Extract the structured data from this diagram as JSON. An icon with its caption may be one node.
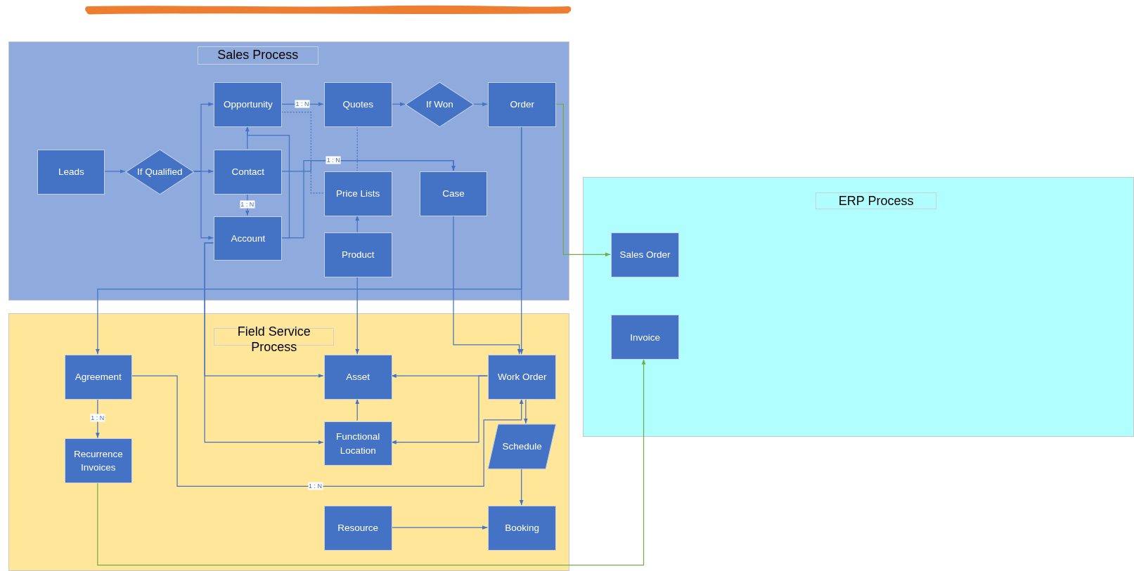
{
  "diagram": {
    "nodes": [
      {
        "text": [
          "Sales Process"
        ]
      },
      {
        "text": [
          "Leads"
        ],
        "in": 0
      },
      {
        "text": [
          "If Qualified"
        ],
        "in": 0
      },
      {
        "text": [
          "Opportunity"
        ],
        "in": 0
      },
      {
        "text": [
          "Quotes"
        ],
        "in": 0
      },
      {
        "text": [
          "If Won"
        ],
        "in": 0
      },
      {
        "text": [
          "Order"
        ],
        "in": 0
      },
      {
        "text": [
          "Contact"
        ],
        "in": 0
      },
      {
        "text": [
          "Price Lists"
        ],
        "in": 0
      },
      {
        "text": [
          "Case"
        ],
        "in": 0
      },
      {
        "text": [
          "Account"
        ],
        "in": 0
      },
      {
        "text": [
          "Product"
        ],
        "in": 0
      },
      {
        "text": [
          "ERP Process"
        ]
      },
      {
        "text": [
          "Sales Order"
        ],
        "in": 12
      },
      {
        "text": [
          "Invoice"
        ],
        "in": 12
      },
      {
        "text": [
          "Field Service Process"
        ]
      },
      {
        "text": [
          "Agreement"
        ],
        "in": 15
      },
      {
        "text": [
          "Asset"
        ],
        "in": 15
      },
      {
        "text": [
          "Work Order"
        ],
        "in": 15
      },
      {
        "text": [
          "Functional Location"
        ],
        "in": 15
      },
      {
        "text": [
          "Recurrence Invoices"
        ],
        "in": 15
      },
      {
        "text": [
          "Schedule"
        ],
        "in": 15
      },
      {
        "text": [
          "Resource"
        ],
        "in": 15
      },
      {
        "text": [
          "Booking"
        ],
        "in": 15
      }
    ],
    "edges": [
      {
        "from": 1,
        "to": 2,
        "arrow": "to"
      },
      {
        "from": 2,
        "to": 3,
        "arrow": "to"
      },
      {
        "from": 2,
        "to": 7,
        "arrow": "to"
      },
      {
        "from": 2,
        "to": 10,
        "arrow": "to"
      },
      {
        "from": 3,
        "to": 4,
        "arrow": "to",
        "label": "1 : N"
      },
      {
        "from": 4,
        "to": 5,
        "arrow": "to"
      },
      {
        "from": 5,
        "to": 6,
        "arrow": "to"
      },
      {
        "from": 6,
        "to": 13,
        "arrow": "to",
        "color": "#70ad47"
      },
      {
        "from": 7,
        "to": 10,
        "arrow": "to",
        "label": "1 : N"
      },
      {
        "from": 7,
        "to": 3,
        "arrow": "to"
      },
      {
        "from": 10,
        "to": 3,
        "arrow": "to"
      },
      {
        "from": 7,
        "to": 9,
        "arrow": "to",
        "label": "1 : N"
      },
      {
        "from": 10,
        "to": 9,
        "arrow": "to"
      },
      {
        "from": 3,
        "to": 8,
        "arrow": "none",
        "style": "dashed"
      },
      {
        "from": 4,
        "to": 8,
        "arrow": "none",
        "style": "dashed"
      },
      {
        "from": 11,
        "to": 8,
        "arrow": "to"
      },
      {
        "from": 6,
        "to": 18,
        "arrow": "to"
      },
      {
        "from": 6,
        "to": 16,
        "arrow": "to"
      },
      {
        "from": 11,
        "to": 17,
        "arrow": "to"
      },
      {
        "from": 9,
        "to": 18,
        "arrow": "to"
      },
      {
        "from": 10,
        "to": 17,
        "arrow": "to"
      },
      {
        "from": 10,
        "to": 19,
        "arrow": "to"
      },
      {
        "from": 18,
        "to": 17,
        "arrow": "to"
      },
      {
        "from": 18,
        "to": 19,
        "arrow": "to"
      },
      {
        "from": 19,
        "to": 17,
        "arrow": "to"
      },
      {
        "from": 16,
        "to": 20,
        "arrow": "to",
        "label": "1 : N"
      },
      {
        "from": 16,
        "to": 18,
        "arrow": "to",
        "label": "1 : N"
      },
      {
        "from": 18,
        "to": 21,
        "arrow": "to"
      },
      {
        "from": 21,
        "to": 23,
        "arrow": "to"
      },
      {
        "from": 22,
        "to": 23,
        "arrow": "to"
      },
      {
        "from": 20,
        "to": 14,
        "arrow": "to",
        "color": "#70ad47"
      }
    ]
  }
}
